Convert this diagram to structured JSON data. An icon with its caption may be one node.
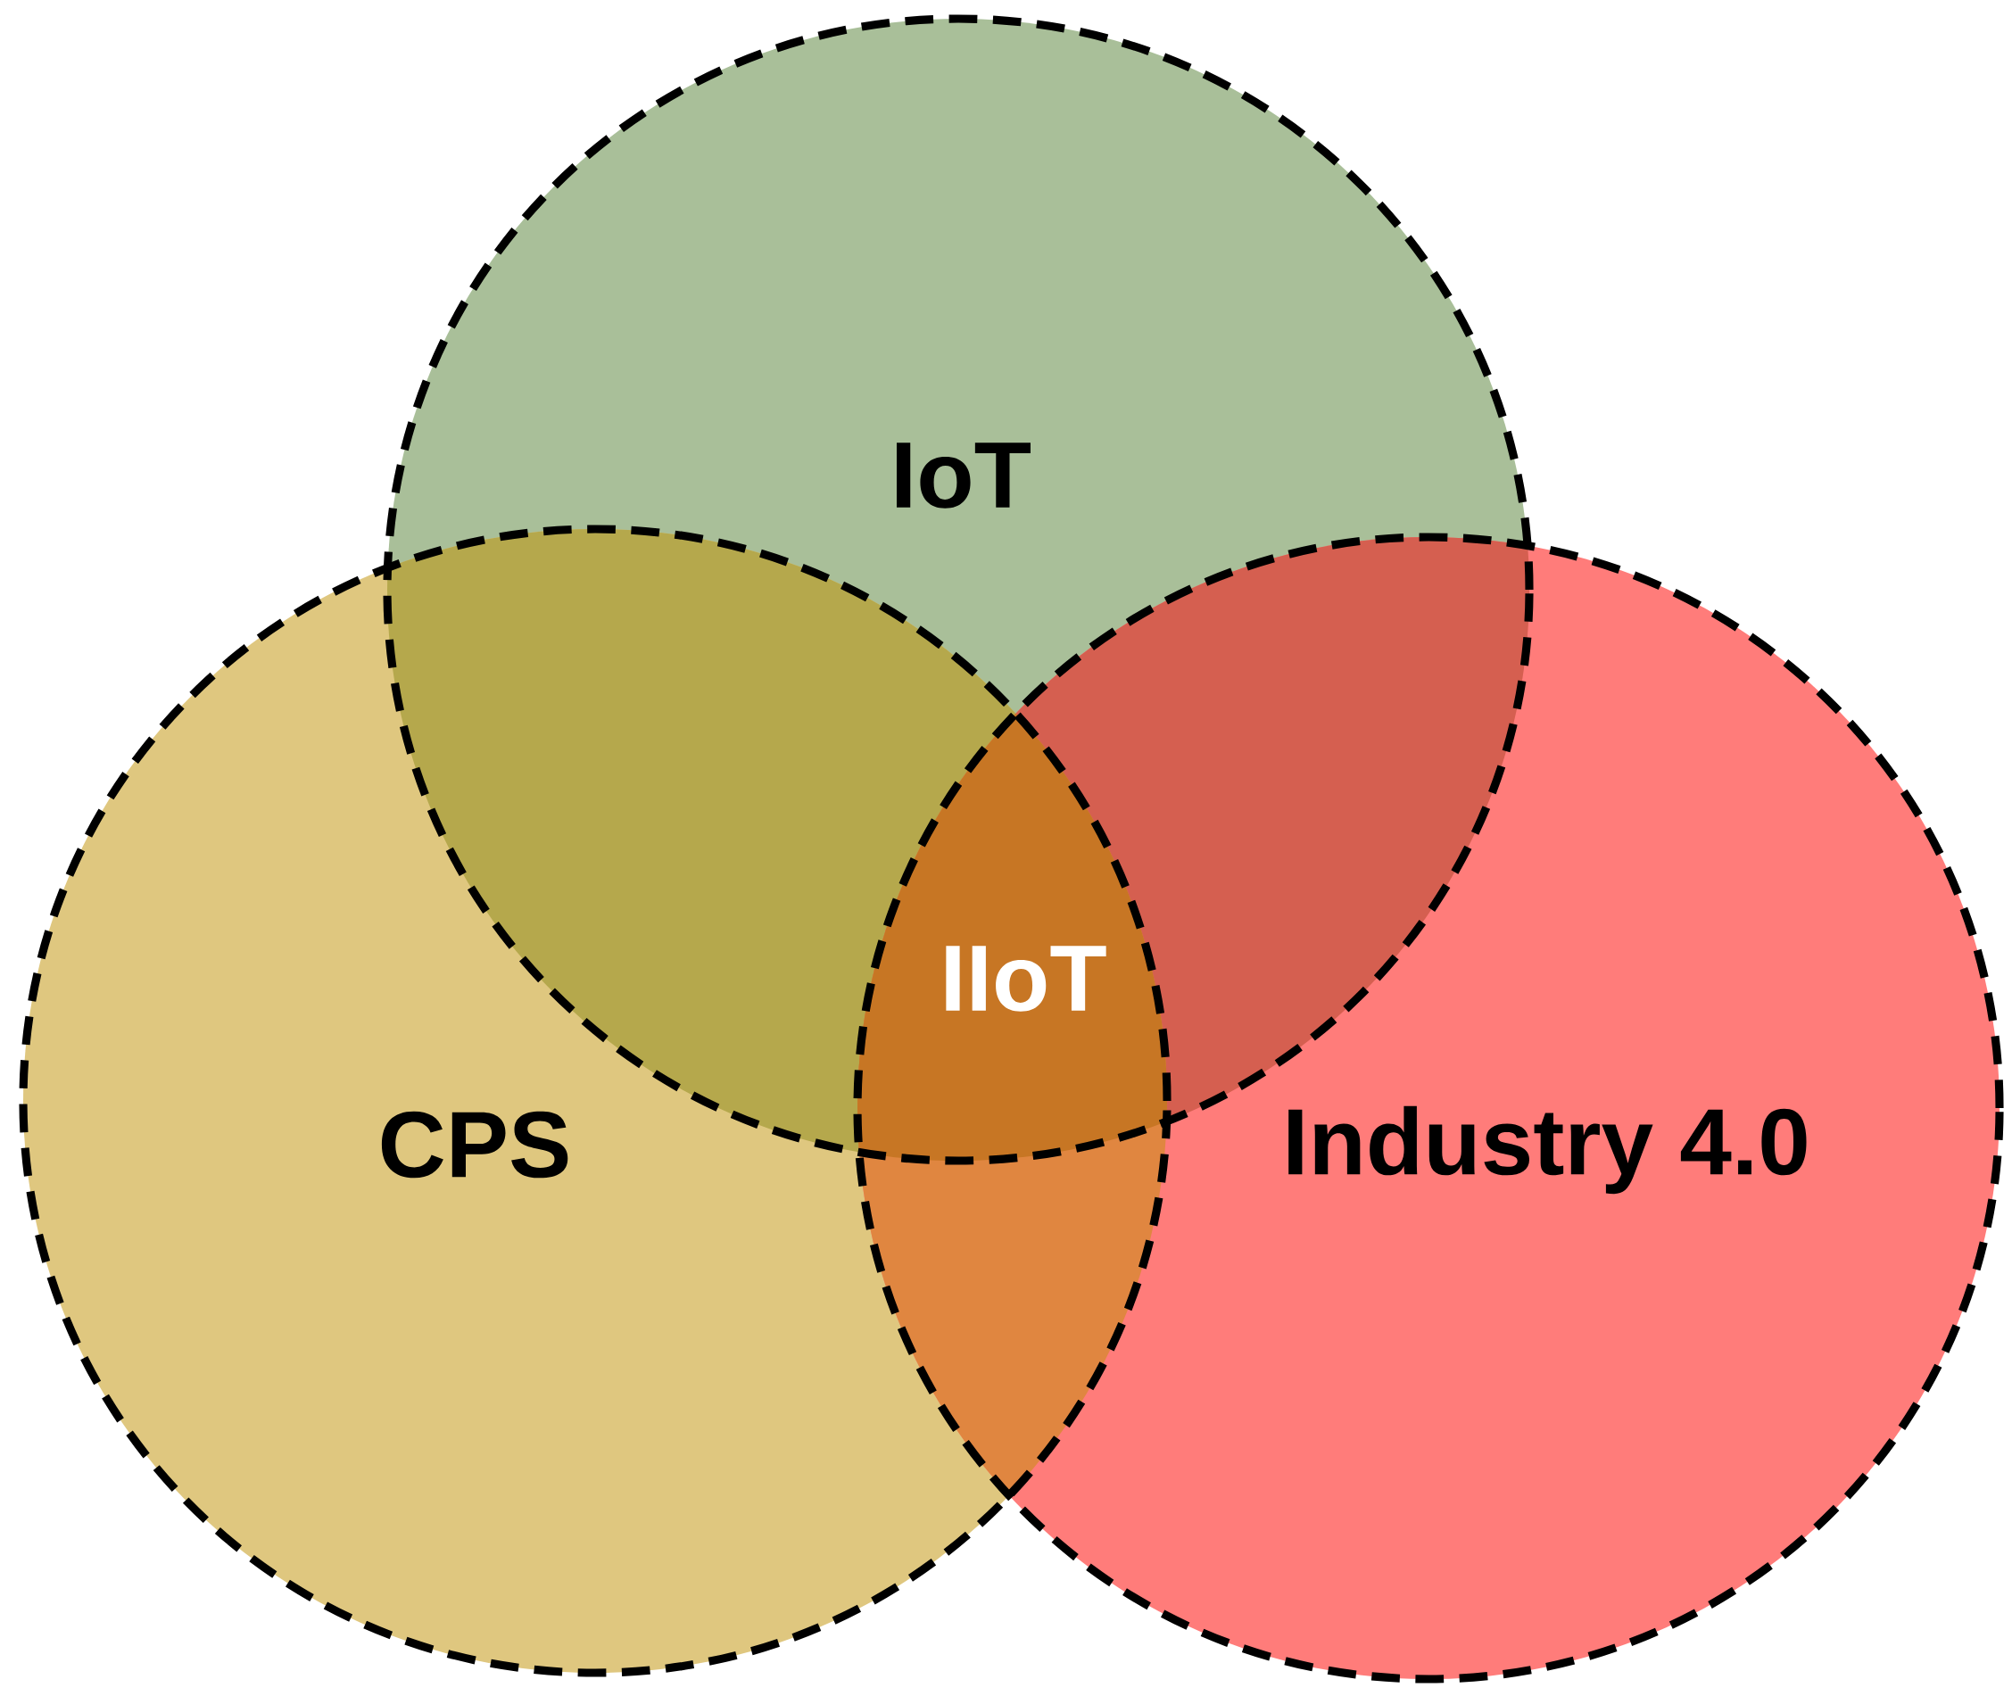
{
  "diagram": {
    "nodes": [
      {
        "text": [
          "IoT"
        ]
      },
      {
        "text": [
          "CPS"
        ]
      },
      {
        "text": [
          "Industry 4.0"
        ]
      },
      {
        "text": [
          "IIoT"
        ]
      }
    ]
  }
}
